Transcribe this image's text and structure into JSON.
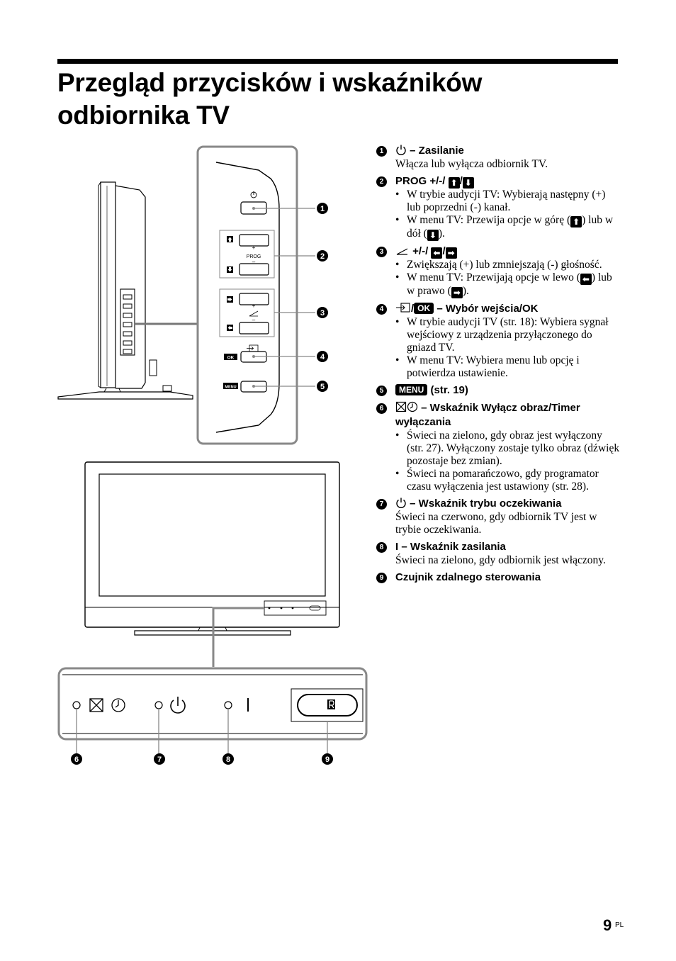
{
  "page": {
    "title_line1": "Przegląd przycisków i wskaźników",
    "title_line2": "odbiornika TV",
    "page_number": "9",
    "page_lang": "PL"
  },
  "diagram": {
    "callouts": [
      "1",
      "2",
      "3",
      "4",
      "5",
      "6",
      "7",
      "8",
      "9"
    ],
    "panel_labels": {
      "prog": "PROG",
      "plus": "+",
      "minus": "–",
      "ok": "OK",
      "menu": "MENU"
    }
  },
  "items": [
    {
      "num": "1",
      "icon": "power-icon",
      "title": "– Zasilanie",
      "desc": "Włącza lub wyłącza odbiornik TV."
    },
    {
      "num": "2",
      "title": "PROG +/-/",
      "sep": "/",
      "bullets": [
        "W trybie audycji TV: Wybierają następny (+) lub poprzedni (-) kanał."
      ],
      "bullet2_text": "W menu TV: Przewija opcje w górę (",
      "bullet2_mid": ") lub w dół (",
      "bullet2_end": ")."
    },
    {
      "num": "3",
      "title": "+/-/",
      "sep": "/",
      "bullets": [
        "Zwiększają (+) lub zmniejszają (-) głośność."
      ],
      "bullet2_text": "W menu TV: Przewijają opcje w lewo (",
      "bullet2_mid": ") lub w prawo (",
      "bullet2_end": ")."
    },
    {
      "num": "4",
      "sep": "/",
      "ok": "OK",
      "title": " – Wybór wejścia/OK",
      "bullets": [
        "W trybie audycji TV (str. 18): Wybiera sygnał wejściowy z urządzenia przyłączonego do gniazd TV.",
        "W menu TV: Wybiera menu lub opcję i potwierdza ustawienie."
      ]
    },
    {
      "num": "5",
      "menu": "MENU",
      "title": " (str. 19)"
    },
    {
      "num": "6",
      "title": " – Wskaźnik Wyłącz obraz/Timer wyłączania",
      "bullets": [
        "Świeci na zielono, gdy obraz jest wyłączony (str. 27). Wyłączony zostaje tylko obraz (dźwięk pozostaje bez zmian).",
        "Świeci na pomarańczowo, gdy programator czasu wyłączenia jest ustawiony (str. 28)."
      ]
    },
    {
      "num": "7",
      "title": " – Wskaźnik trybu oczekiwania",
      "desc": "Świeci na czerwono, gdy odbiornik TV jest w trybie oczekiwania."
    },
    {
      "num": "8",
      "title": "I – Wskaźnik zasilania",
      "desc": "Świeci na zielono, gdy odbiornik jest włączony."
    },
    {
      "num": "9",
      "title": "Czujnik zdalnego sterowania"
    }
  ]
}
